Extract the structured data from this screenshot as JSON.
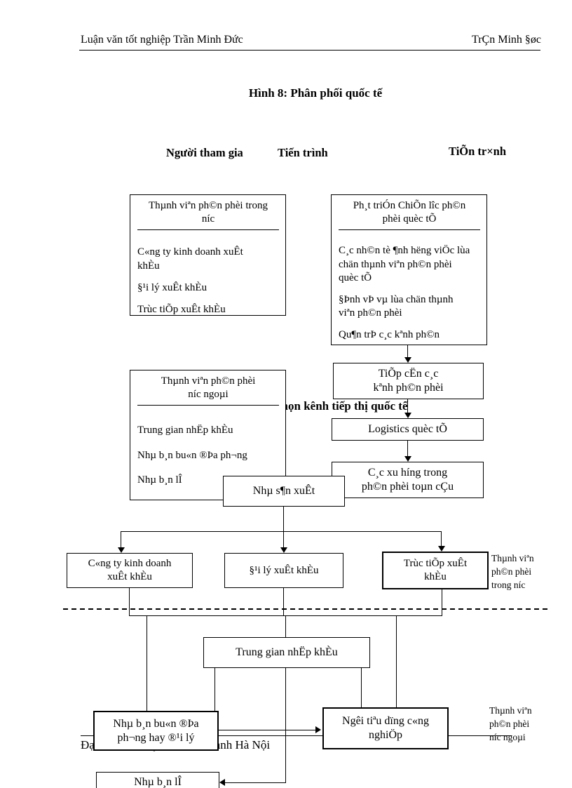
{
  "page": {
    "header_left": "Luận văn tốt nghiệp  Trần Minh Đức",
    "header_right": "TrÇn Minh §øc",
    "figure_title": "Hình 8: Phân phối quốc tế",
    "footer": "Đại học Quản lý và Kinh doanh Hà Nội"
  },
  "columns": {
    "left": "Người tham gia",
    "middle": "Tiến trình",
    "right": "TiÕn tr×nh"
  },
  "diagram": {
    "overlay_heading": "chọn kênh tiếp thị quốc tế",
    "members_domestic": {
      "title_lines": [
        "Thµnh  viªn ph©n phèi trong",
        "níc"
      ],
      "items": [
        "C«ng ty kinh doanh xuÊt khÈu",
        "§¹i lý xuÊt khÈu",
        "Trùc tiÕp xuÊt khÈu"
      ]
    },
    "strategy": {
      "title_lines": [
        "Ph¸t triÓn ChiÕn lîc  ph©n",
        "phèi quèc tÕ"
      ],
      "items": [
        "C¸c nh©n tè ¶nh hëng  viÖc lùa chän thµnh viªn ph©n phèi quèc tÕ",
        "§Þnh vÞ vµ  lùa chän thµnh viªn ph©n phèi",
        "Qu¶n trÞ c¸c kªnh ph©n"
      ]
    },
    "members_foreign": {
      "title_lines": [
        "Thµnh  viªn ph©n phèi",
        "níc  ngoµi"
      ],
      "items": [
        "Trung gian nhËp khÈu",
        "Nhµ b¸n bu«n ®Þa ph¬ng",
        "Nhµ b¸n lÎ"
      ]
    },
    "access_channels_lines": [
      "TiÕp cËn c¸c",
      "kªnh ph©n phèi"
    ],
    "logistics": "Logistics quèc tÕ",
    "trends_lines": [
      "C¸c xu híng  trong",
      "ph©n phèi toµn cÇu"
    ],
    "producer": "Nhµ s¶n xuÊt",
    "export_company_lines": [
      "C«ng ty kinh  doanh",
      "xuÊt khÈu"
    ],
    "export_agent": "§¹i lý xuÊt khÈu",
    "direct_export_lines": [
      "Trùc tiÕp xuÊt",
      "khÈu"
    ],
    "label_domestic_lines": [
      "Thµnh  viªn",
      "ph©n phèi",
      "trong níc"
    ],
    "import_intermediary": "Trung gian nhËp khÈu",
    "local_wholesaler_lines": [
      "Nhµ b¸n bu«n ®Þa",
      "ph¬ng  hay ®¹i lý"
    ],
    "industrial_user_lines": [
      "Ngêi  tiªu dïng c«ng",
      "nghiÖp"
    ],
    "retailer": "Nhµ b¸n lÎ",
    "label_foreign_lines": [
      "Thµnh  viªn",
      "ph©n phèi",
      "níc ngoµi"
    ]
  }
}
